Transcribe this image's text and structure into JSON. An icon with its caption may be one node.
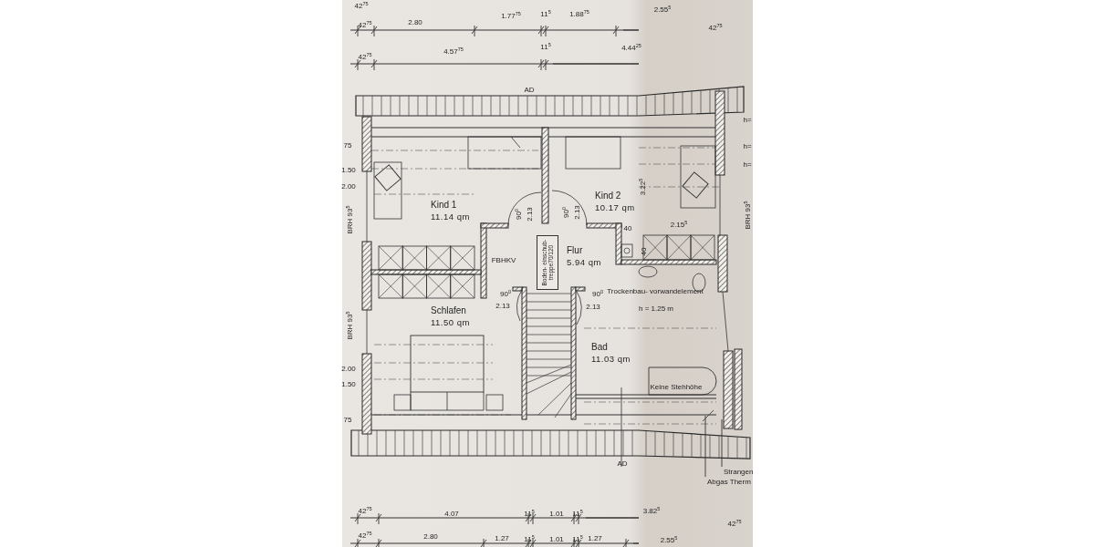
{
  "diagram": {
    "nodes": [
      {
        "text": [
          "Kind 1",
          "11.14 qm"
        ]
      },
      {
        "text": [
          "Kind 2",
          "10.17 qm"
        ]
      },
      {
        "text": [
          "Flur",
          "5.94 qm"
        ]
      },
      {
        "text": [
          "Boden- einschub- treppe70/120"
        ]
      },
      {
        "text": [
          "Schlafen",
          "11.50 qm"
        ]
      },
      {
        "text": [
          "Bad",
          "11.03 qm"
        ]
      },
      {
        "text": [
          "Strangen"
        ]
      },
      {
        "text": [
          "Abgas Therm"
        ]
      }
    ],
    "edges": [
      {
        "from": 6,
        "to": null,
        "arrow": "none"
      },
      {
        "from": 7,
        "to": null,
        "arrow": "none"
      }
    ],
    "labels": [
      "42$^{75}$",
      "2.55$^{5}$",
      "42$^{75}$",
      "2.80",
      "1.77$^{75}$",
      "11$^{5}$",
      "1.88$^{75}$",
      "42$^{75}$",
      "42$^{75}$",
      "4.57$^{75}$",
      "11$^{5}$",
      "4.44$^{25}$",
      "AD",
      "75",
      "1.50",
      "2.00",
      "BRH 93$^{5}$",
      "90$^{0}$",
      "2.13",
      "3.22$^{5}$",
      "90$^{0}$",
      "2.13",
      "40",
      "2.15$^{5}$",
      "40",
      "FBHKV",
      "BRH 93$^{5}$",
      "90$^{0}$",
      "2.13",
      "90$^{0}$",
      "2.13",
      "Trockenbau- vorwandelement",
      "h = 1.25 m",
      "Keine Stehhöhe",
      "2.00",
      "1.50",
      "75",
      "AD",
      "h=",
      "h=",
      "h=",
      "BRH 93$^{5}$",
      "42$^{75}$",
      "4.07",
      "11$^{5}$",
      "1.01",
      "11$^{5}$",
      "3.82$^{5}$",
      "42$^{75}$",
      "42$^{75}$",
      "2.80",
      "1.27",
      "11$^{5}$",
      "1.01",
      "11$^{5}$",
      "1.27",
      "2.55$^{5}$"
    ]
  }
}
